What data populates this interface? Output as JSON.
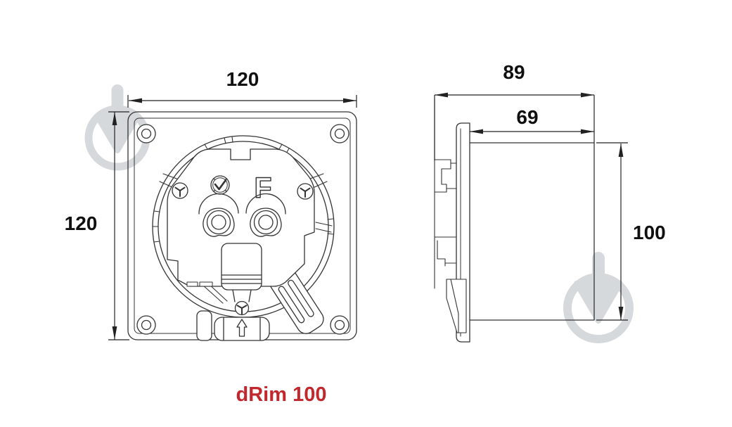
{
  "product_label": {
    "text": "dRim 100",
    "color": "#c1272d"
  },
  "front_view": {
    "width_dim": "120",
    "height_dim": "120",
    "marking_letter": "F"
  },
  "side_view": {
    "overall_depth_dim": "89",
    "duct_length_dim": "69",
    "body_height_dim": "100"
  },
  "icons": {
    "watermark": "circle-down-arrow-logo",
    "airflow": "up-arrow",
    "motor_badge": "check-mark-badge",
    "screws": "torx-screw"
  },
  "colors": {
    "line": "#333333",
    "dimension_text": "#101010",
    "label_red": "#c1272d",
    "watermark_gray": "#aeb4bb",
    "background": "#ffffff"
  }
}
